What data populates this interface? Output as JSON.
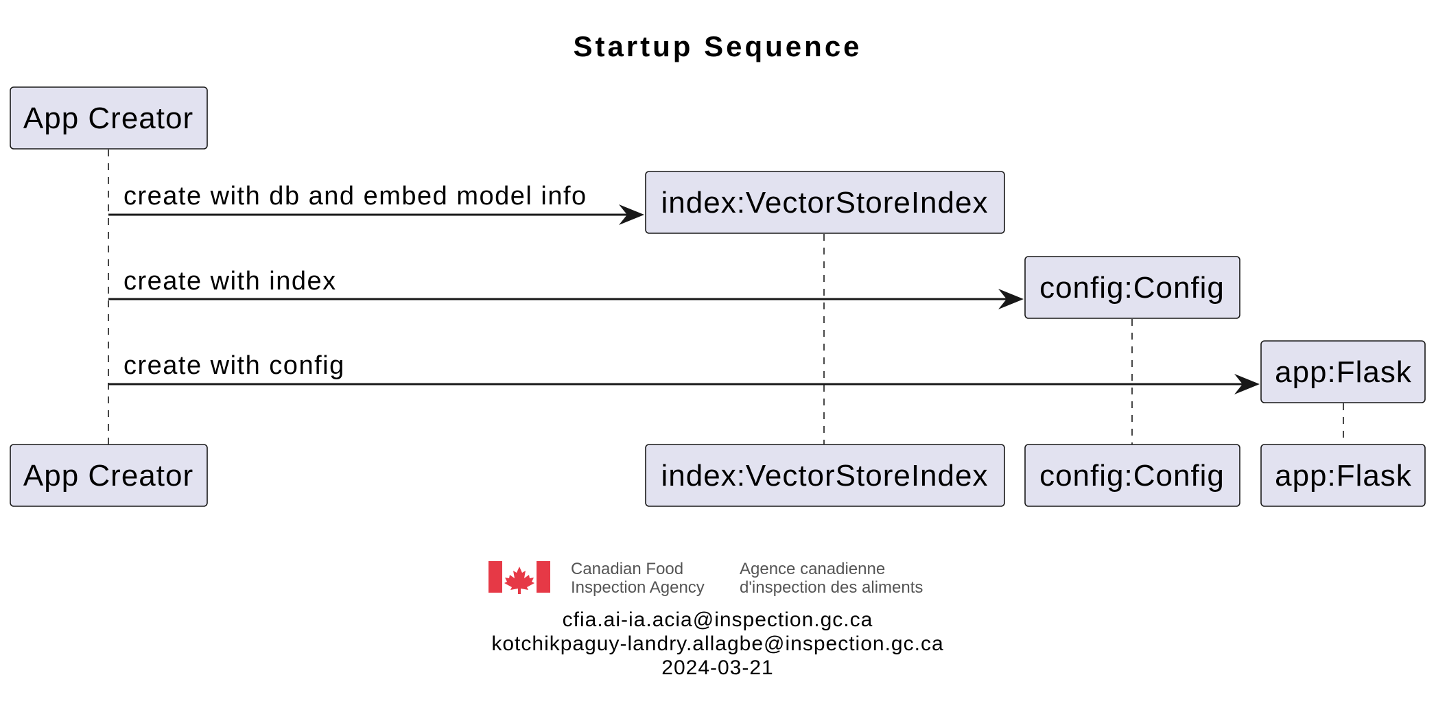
{
  "diagram": {
    "title": "Startup Sequence",
    "participants": [
      {
        "id": "app_creator",
        "label": "App Creator"
      },
      {
        "id": "index",
        "label": "index:VectorStoreIndex"
      },
      {
        "id": "config",
        "label": "config:Config"
      },
      {
        "id": "app",
        "label": "app:Flask"
      }
    ],
    "messages": [
      {
        "from": "app_creator",
        "to": "index",
        "label": "create with db and embed model info"
      },
      {
        "from": "app_creator",
        "to": "config",
        "label": "create with index"
      },
      {
        "from": "app_creator",
        "to": "app",
        "label": "create with config"
      }
    ]
  },
  "footer": {
    "logo": {
      "text_en_line1": "Canadian Food",
      "text_en_line2": "Inspection Agency",
      "text_fr_line1": "Agence canadienne",
      "text_fr_line2": "d'inspection des aliments",
      "flag_color": "#e63946"
    },
    "email1": "cfia.ai-ia.acia@inspection.gc.ca",
    "email2": "kotchikpaguy-landry.allagbe@inspection.gc.ca",
    "date": "2024-03-21"
  },
  "colors": {
    "participant_fill": "#e2e2f0",
    "stroke": "#181818"
  }
}
